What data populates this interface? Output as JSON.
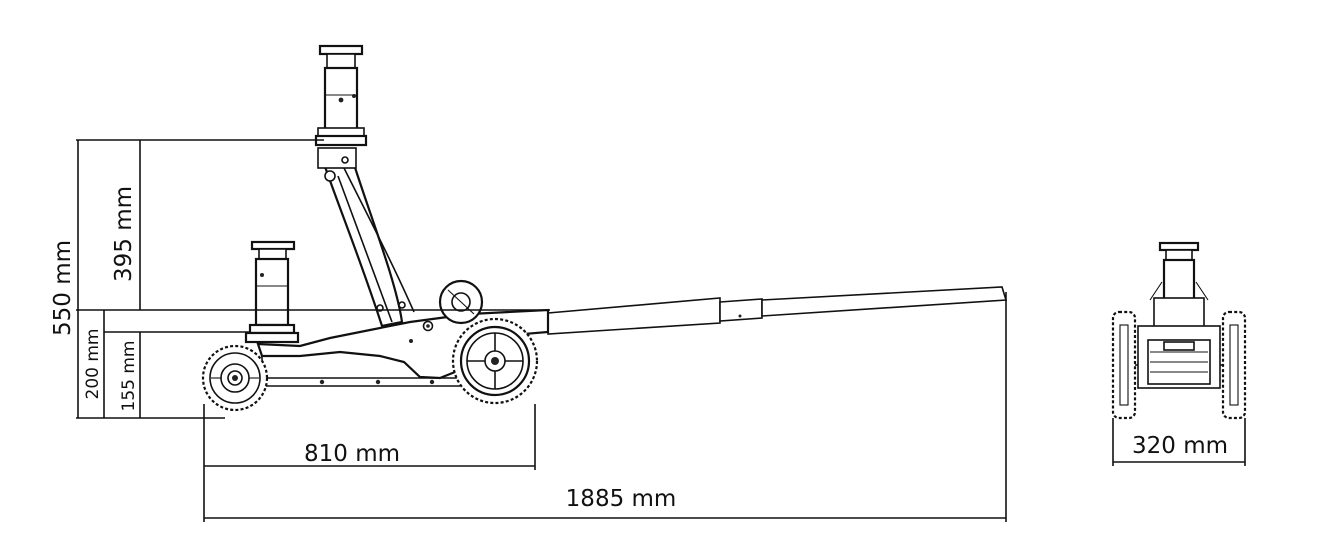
{
  "dimensions": {
    "max_height": "550 mm",
    "lift_stroke": "395 mm",
    "min_height": "200 mm",
    "saddle_height": "155 mm",
    "wheelbase": "810 mm",
    "total_length": "1885 mm",
    "width": "320 mm"
  },
  "colors": {
    "line": "#111111",
    "background": "#ffffff"
  }
}
